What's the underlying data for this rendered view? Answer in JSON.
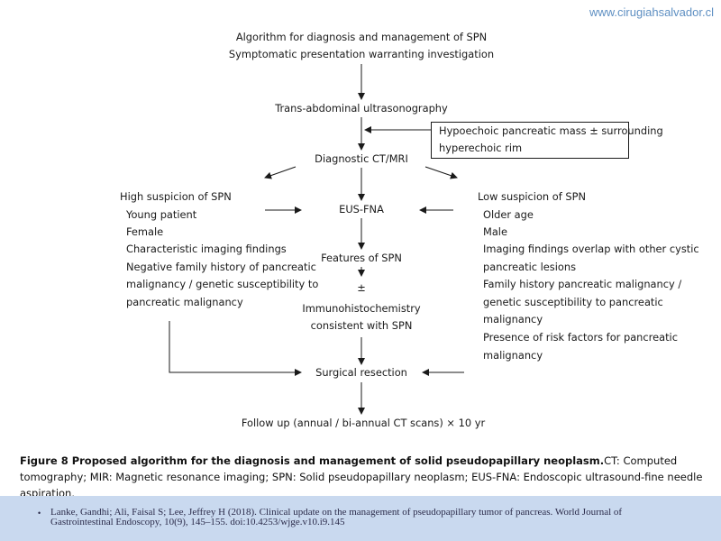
{
  "header": {
    "url": "www.cirugiahsalvador.cl"
  },
  "flow": {
    "title": "Algorithm for diagnosis and management of SPN",
    "subtitle": "Symptomatic presentation warranting investigation",
    "ultrasound": "Trans-abdominal ultrasonography",
    "ct_mri": "Diagnostic CT/MRI",
    "eus_fna": "EUS-FNA",
    "features": "Features of SPN",
    "plus_minus": "±",
    "ihc": [
      "Immunohistochemistry",
      "consistent with SPN"
    ],
    "resection": "Surgical resection",
    "followup": "Follow up (annual / bi-annual CT scans) × 10 yr",
    "finding_box": [
      "Hypoechoic pancreatic mass ± surrounding",
      "hyperechoic rim"
    ],
    "high_suspicion": {
      "heading": "High suspicion of SPN",
      "items": [
        "Young patient",
        "Female",
        "Characteristic imaging findings",
        "Negative family history of pancreatic",
        "malignancy / genetic susceptibility to",
        "pancreatic malignancy"
      ]
    },
    "low_suspicion": {
      "heading": "Low suspicion of SPN",
      "items": [
        "Older age",
        "Male",
        "Imaging findings overlap with other cystic",
        "pancreatic lesions",
        "Family history pancreatic malignancy /",
        "genetic susceptibility to pancreatic",
        "malignancy",
        "Presence of risk factors for pancreatic",
        "malignancy"
      ]
    }
  },
  "caption": {
    "label": "Figure 8  Proposed algorithm for the diagnosis and management of solid pseudopapillary neoplasm.",
    "text": "CT: Computed tomography; MIR: Magnetic resonance imaging; SPN: Solid pseudopapillary neoplasm; EUS-FNA: Endoscopic ultrasound-fine needle aspiration."
  },
  "footer": {
    "bullet": "•",
    "reference": "Lanke, Gandhi; Ali, Faisal S; Lee, Jeffrey H  (2018). Clinical update on the management of pseudopapillary  tumor of pancreas. World Journal of Gastrointestinal  Endoscopy, 10(9), 145–155.          doi:10.4253/wjge.v10.i9.145"
  }
}
